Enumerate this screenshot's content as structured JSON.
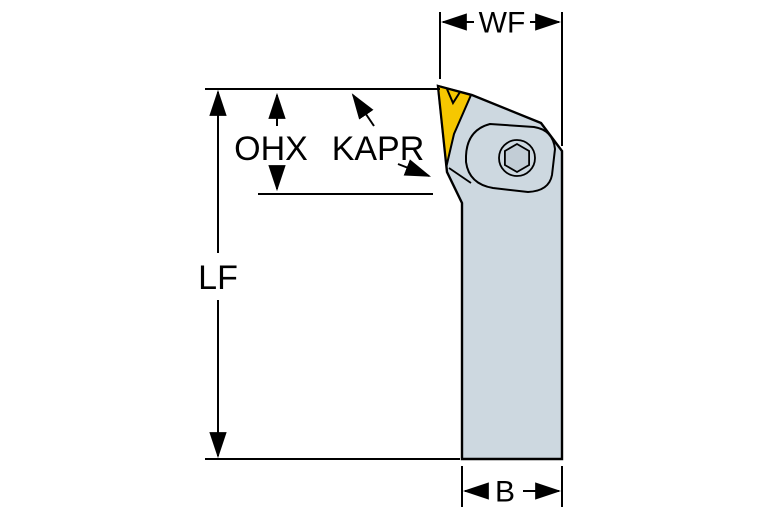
{
  "diagram": {
    "type": "technical-dimension-drawing",
    "subject": "lathe-tool-holder-side-view",
    "labels": {
      "wf": "WF",
      "ohx": "OHX",
      "kapr": "KAPR",
      "lf": "LF",
      "b": "B"
    },
    "colors": {
      "background": "#ffffff",
      "body": "#cdd8e0",
      "insert": "#f6c700",
      "screw": "#c2cdd6",
      "outline": "#000000"
    }
  }
}
